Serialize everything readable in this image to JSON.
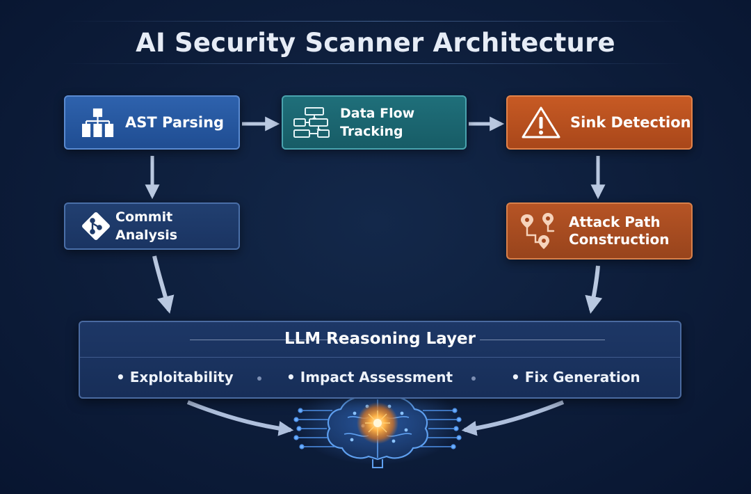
{
  "title": "AI Security Scanner Architecture",
  "nodes": {
    "ast_parsing": {
      "label": "AST Parsing",
      "icon": "hierarchy-icon"
    },
    "data_flow_tracking": {
      "label": "Data Flow Tracking",
      "icon": "flowchart-icon"
    },
    "sink_detection": {
      "label": "Sink Detection",
      "icon": "warning-icon"
    },
    "commit_analysis": {
      "label": "Commit Analysis",
      "icon": "git-commit-icon"
    },
    "attack_path": {
      "label_line1": "Attack Path",
      "label_line2": "Construction",
      "icon": "route-pins-icon"
    }
  },
  "reasoning_layer": {
    "title": "LLM Reasoning Layer",
    "items": [
      "Exploitability",
      "Impact Assessment",
      "Fix Generation"
    ]
  },
  "brain": {
    "icon": "ai-brain-icon"
  },
  "colors": {
    "background": "#0d1d3a",
    "blue": "#2a5aa3",
    "teal": "#1b6570",
    "orange": "#b9501f",
    "arrow": "#b9c8e0"
  }
}
